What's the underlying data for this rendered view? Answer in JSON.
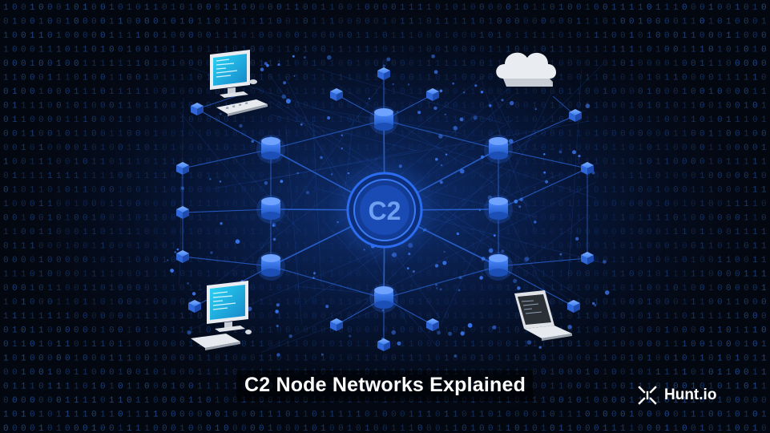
{
  "hub": {
    "label": "C2"
  },
  "title": "C2 Node Networks Explained",
  "brand": {
    "name": "Hunt.io",
    "icon": "hunt-logo-icon"
  },
  "colors": {
    "background": "#03070f",
    "node_blue": "#2f6fe6",
    "line_blue": "#2a64d6",
    "binary_text": "#1d4f9a",
    "title_text": "#ffffff"
  },
  "endpoints": [
    {
      "name": "desktop-computer-top-left",
      "icon": "desktop-icon"
    },
    {
      "name": "cloud-top-right",
      "icon": "cloud-icon"
    },
    {
      "name": "desktop-computer-bottom-left",
      "icon": "desktop-icon"
    },
    {
      "name": "laptop-bottom-right",
      "icon": "laptop-icon"
    }
  ]
}
